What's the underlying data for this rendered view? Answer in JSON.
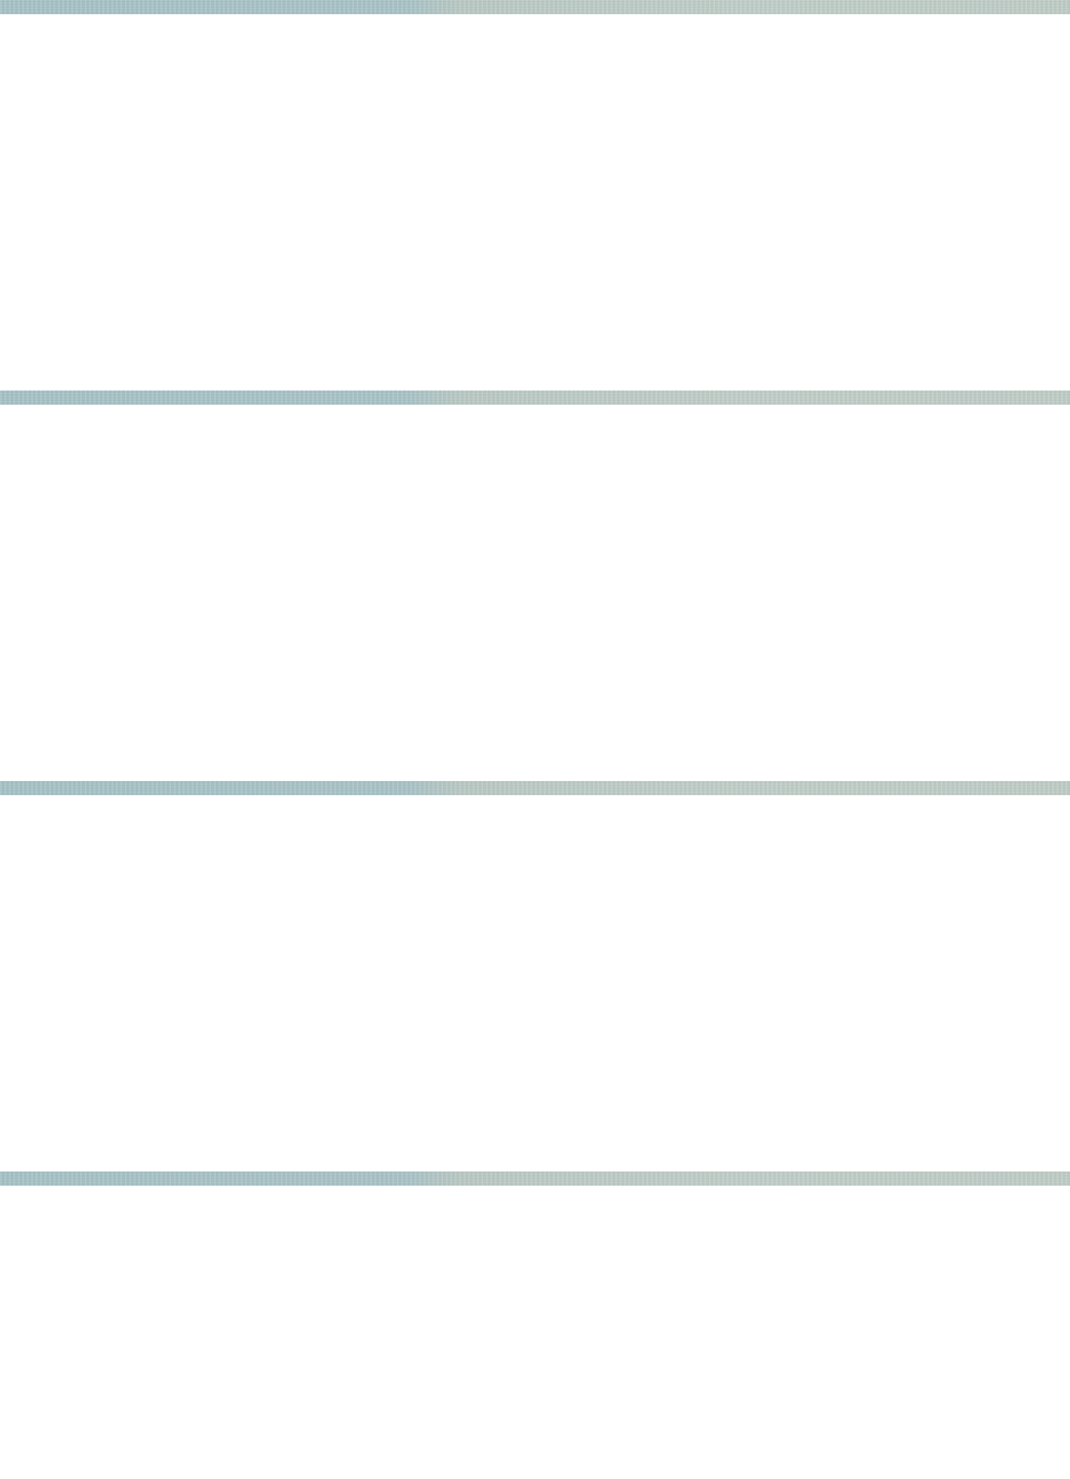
{
  "colors": {
    "background": "#ffffff",
    "band_left": "#a6c2c6",
    "band_right": "#c0cdc8"
  },
  "bands": [
    {
      "name": "band-1"
    },
    {
      "name": "band-2"
    },
    {
      "name": "band-3"
    },
    {
      "name": "band-4"
    }
  ]
}
